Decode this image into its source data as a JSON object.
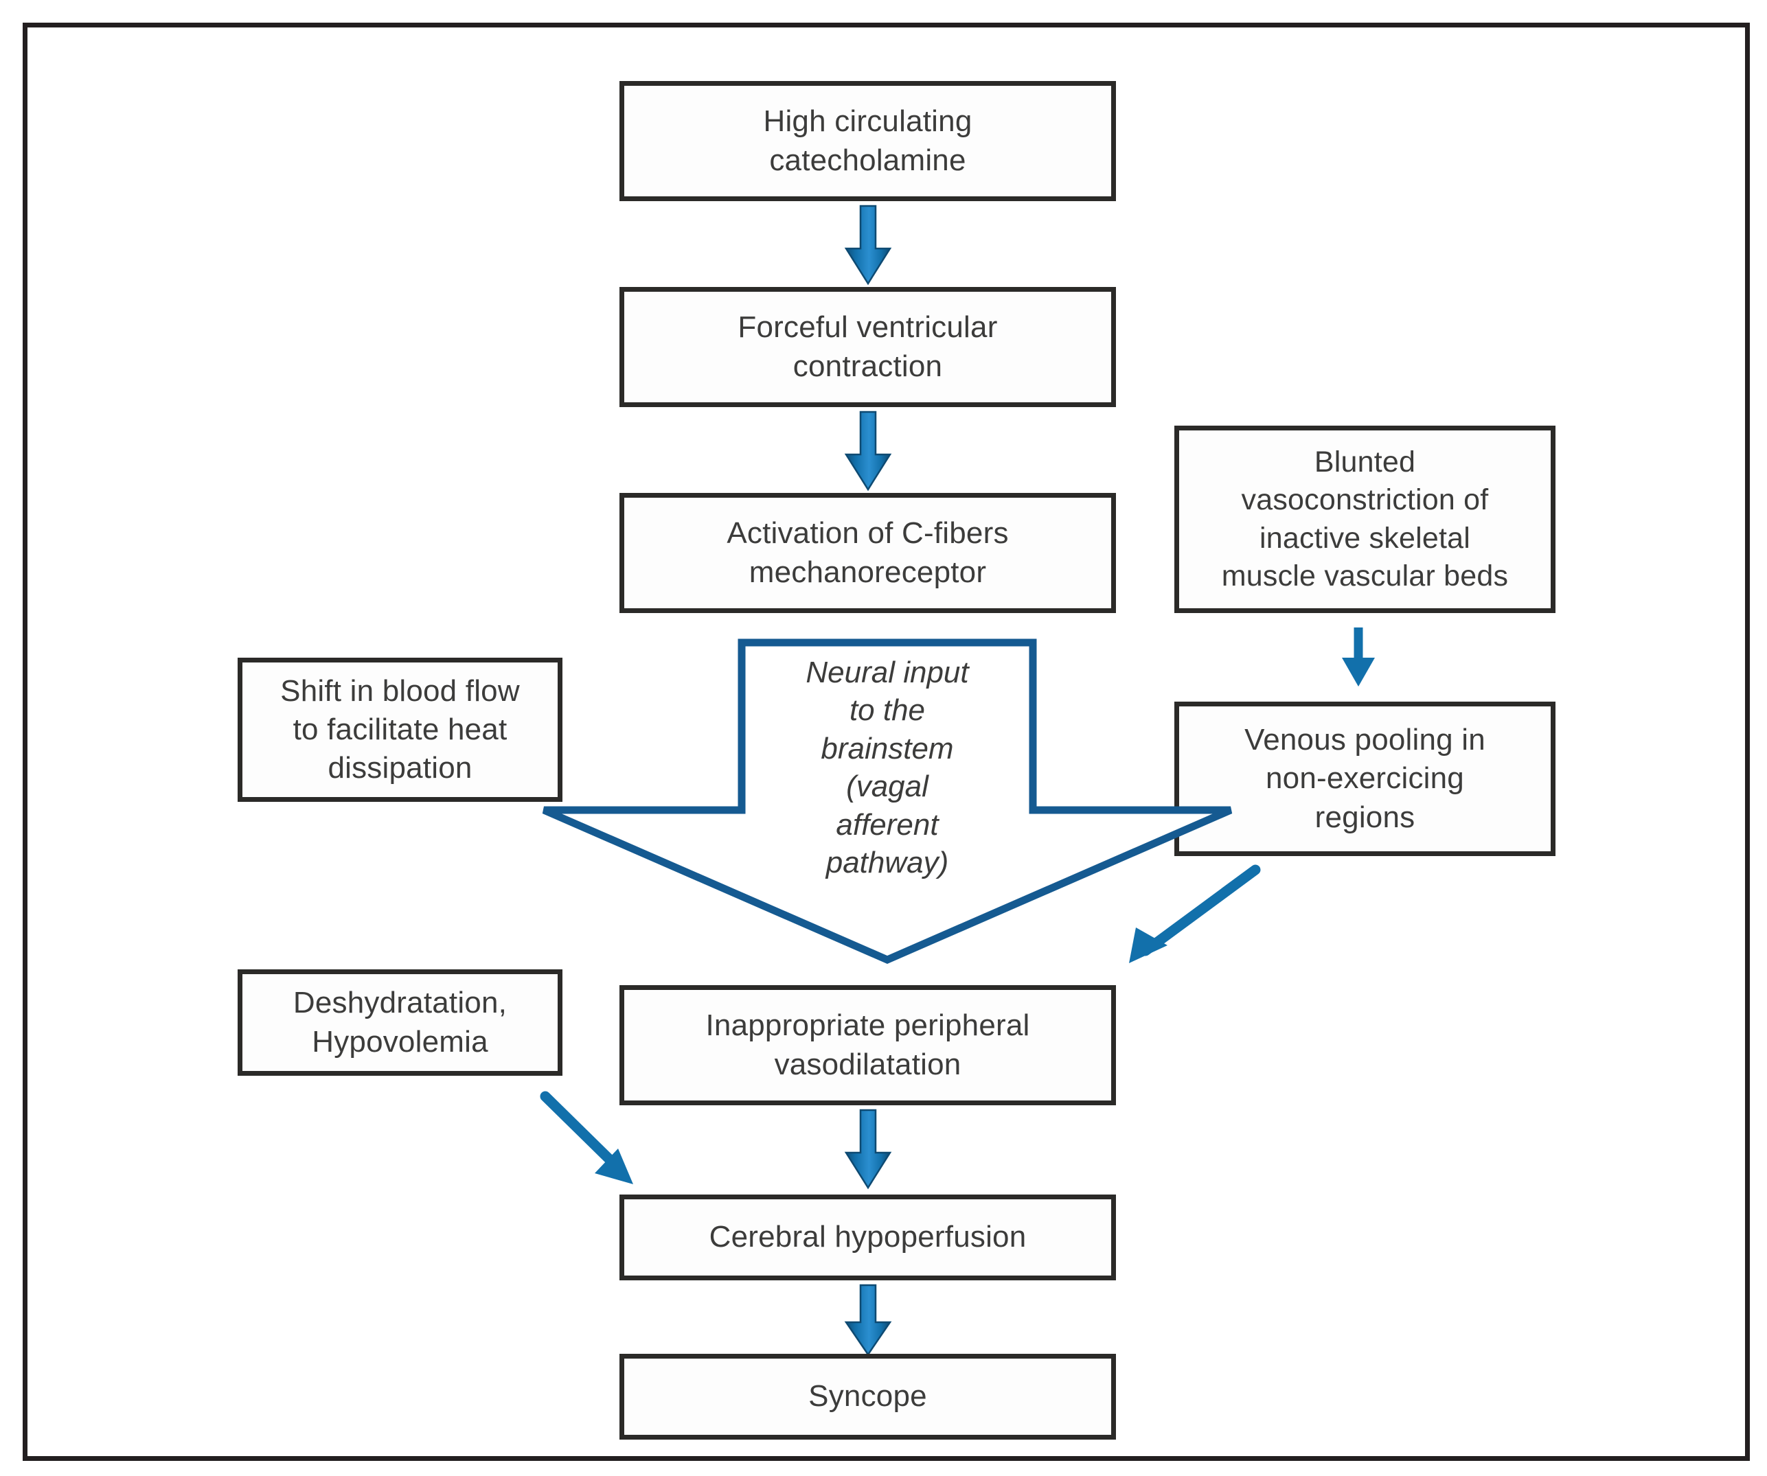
{
  "figure": {
    "title": "Pathophysiology of exercise-related syncope flowchart",
    "frame_color": "#231f20",
    "box_border_color": "#2b2a28",
    "arrow_blue": "#1270ab",
    "arrow_blue_dark": "#11537f",
    "outline_arrow_blue": "#155a91",
    "text_color": "#3c3c3b"
  },
  "nodes": {
    "high_catecholamine": "High circulating\ncatecholamine",
    "forceful_contraction": "Forceful ventricular\ncontraction",
    "c_fibers": "Activation of  C-fibers\nmechanoreceptor",
    "blunted_vasoconstriction": "Blunted\nvasoconstriction of\ninactive skeletal\nmuscle vascular beds",
    "shift_blood_flow": "Shift in blood flow\nto facilitate heat\ndissipation",
    "venous_pooling": "Venous pooling in\nnon-exercicing\nregions",
    "deshydratation": "Deshydratation,\nHypovolemia",
    "inappropriate_vasodilatation": "Inappropriate  peripheral\nvasodilatation",
    "cerebral_hypoperfusion": "Cerebral hypoperfusion",
    "syncope": "Syncope"
  },
  "neural_arrow": {
    "label": "Neural input\nto the\nbrainstem\n(vagal\nafferent\npathway)"
  },
  "connectors": {
    "catecholamine_to_contraction": "down-arrow-icon",
    "contraction_to_cfibers": "down-arrow-icon",
    "blunted_to_venous": "thin-down-arrow-icon",
    "venous_to_vasodilatation": "diagonal-down-left-arrow-icon",
    "deshydratation_to_hypoperfusion": "diagonal-down-right-arrow-icon",
    "vasodilatation_to_hypoperfusion": "down-arrow-icon",
    "hypoperfusion_to_syncope": "down-arrow-icon",
    "cfibers_to_vasodilatation": "large-outlined-down-arrow-icon"
  }
}
